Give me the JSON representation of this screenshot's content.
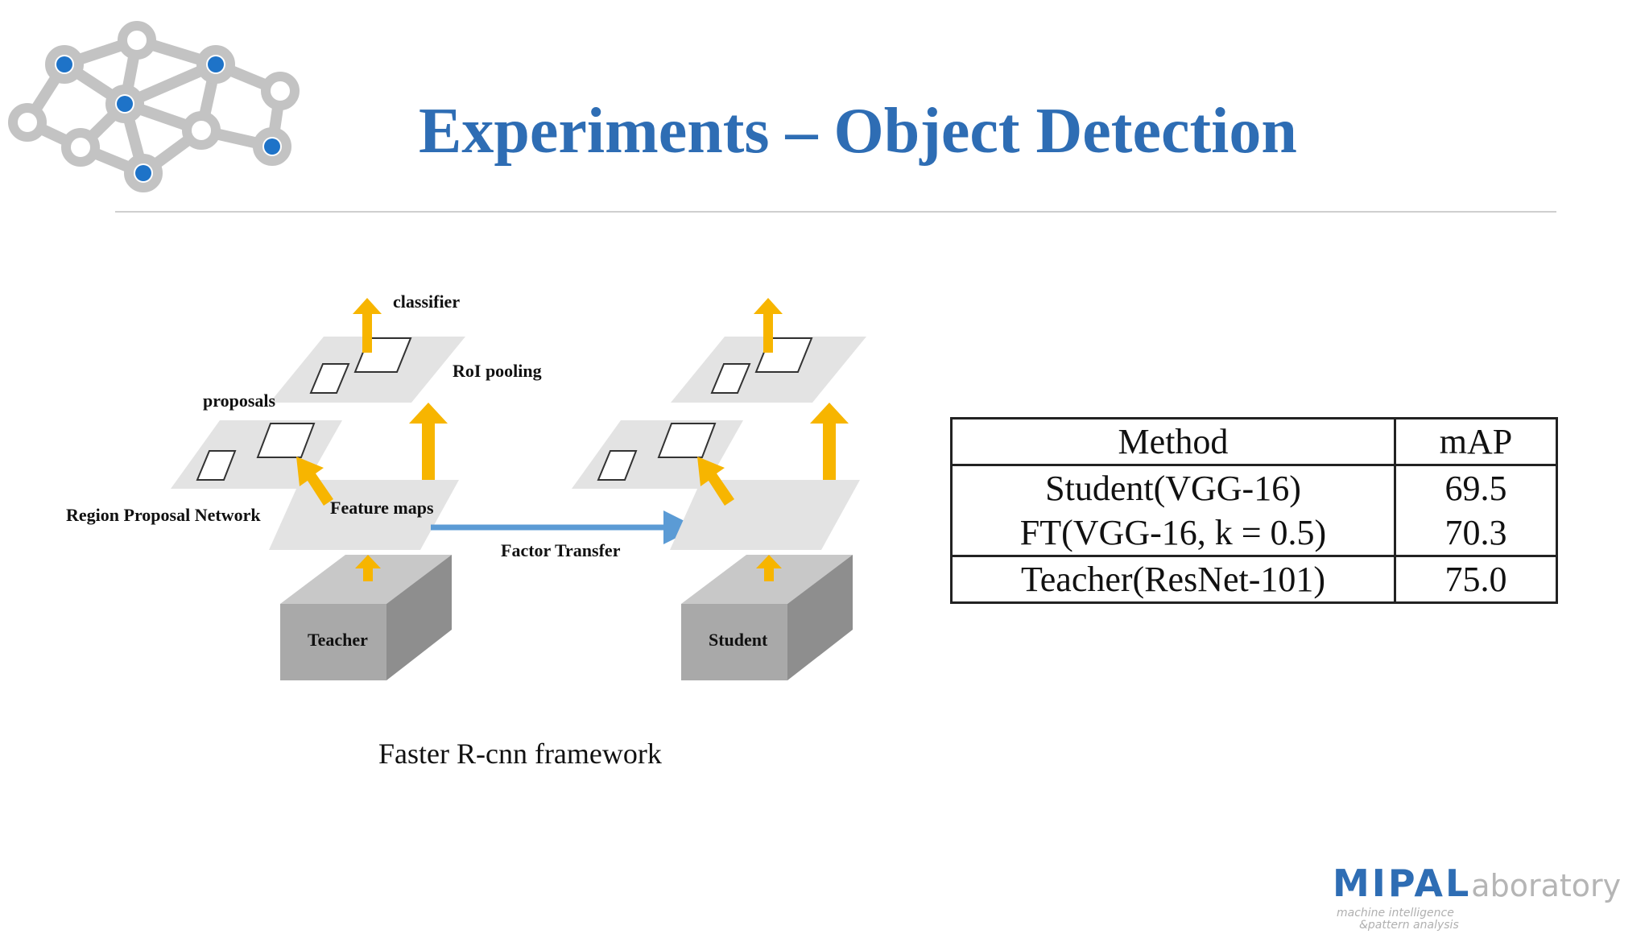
{
  "slide": {
    "title": "Experiments – Object Detection",
    "caption": "Faster R-cnn framework"
  },
  "diagram": {
    "labels": {
      "classifier": "classifier",
      "roi_pooling": "RoI pooling",
      "proposals": "proposals",
      "region_proposal_network": "Region Proposal Network",
      "feature_maps": "Feature maps",
      "factor_transfer": "Factor Transfer",
      "teacher": "Teacher",
      "student": "Student"
    },
    "colors": {
      "arrow_up": "#f7b500",
      "arrow_transfer": "#5b9bd5",
      "plane": "#e3e3e3",
      "box_front": "#a9a9a9",
      "box_side": "#8e8e8e",
      "box_top": "#c8c8c8"
    }
  },
  "table": {
    "headers": [
      "Method",
      "mAP"
    ],
    "rows": [
      {
        "method": "Student(VGG-16)",
        "map": "69.5"
      },
      {
        "method": "FT(VGG-16, k = 0.5)",
        "map": "70.3"
      },
      {
        "method": "Teacher(ResNet-101)",
        "map": "75.0"
      }
    ]
  },
  "brand": {
    "name_strong": "MIPAL",
    "name_light": "aboratory",
    "tagline_1": "machine intelligence",
    "tagline_2": "&pattern analysis"
  },
  "theme": {
    "title_color": "#2e6db4",
    "logo_node_blue": "#1e73c8",
    "logo_gray": "#c3c3c3"
  }
}
